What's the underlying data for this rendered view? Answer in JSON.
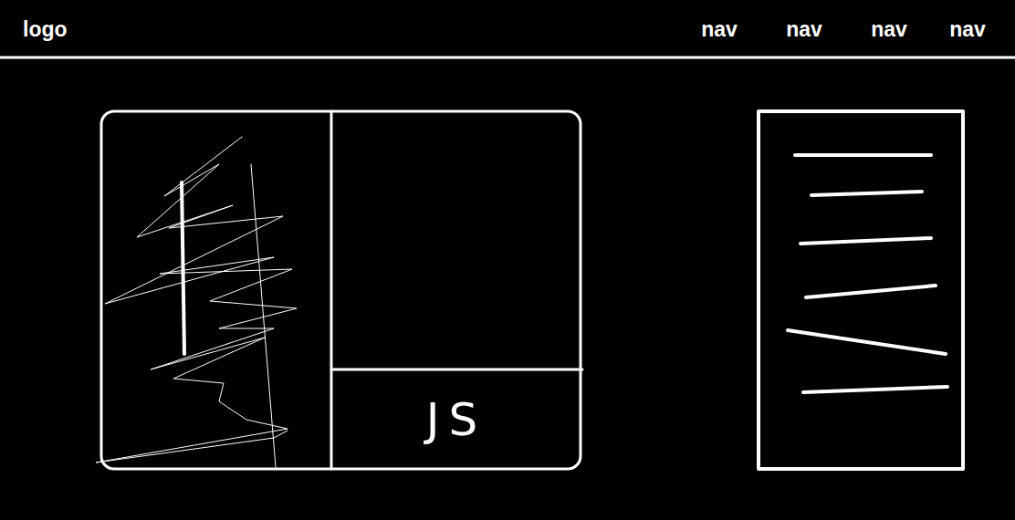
{
  "diagram": {
    "nodes": [
      {
        "text": [
          "JS"
        ]
      }
    ],
    "labels": [
      "logo",
      "nav",
      "nav",
      "nav",
      "nav"
    ]
  }
}
